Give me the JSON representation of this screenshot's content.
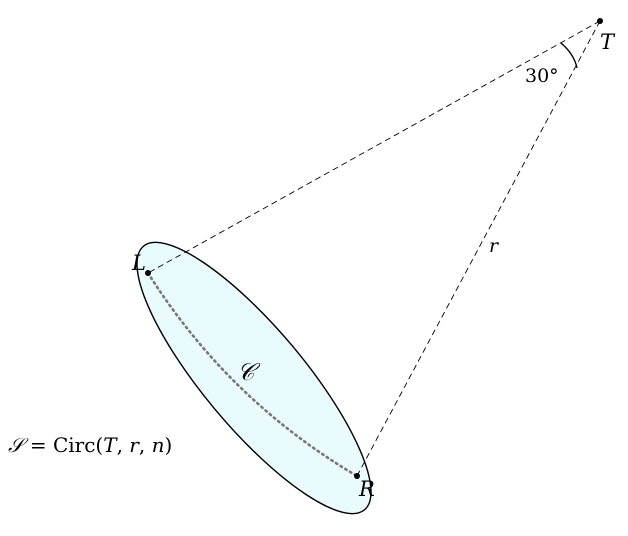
{
  "points": {
    "T": {
      "label": "T"
    },
    "L": {
      "label": "L"
    },
    "R": {
      "label": "R"
    }
  },
  "labels": {
    "angle": "30°",
    "radius": "r",
    "curve": "𝒞",
    "set_lhs": "𝒮",
    "set_rhs": " = Circ(",
    "set_T": "T",
    "set_sep1": ", ",
    "set_r": "r",
    "set_sep2": ", ",
    "set_n": "n",
    "set_close": ")"
  },
  "colors": {
    "ellipse_fill": "#e9fbfd",
    "stroke": "#000000",
    "dotted_curve": "#777777"
  }
}
